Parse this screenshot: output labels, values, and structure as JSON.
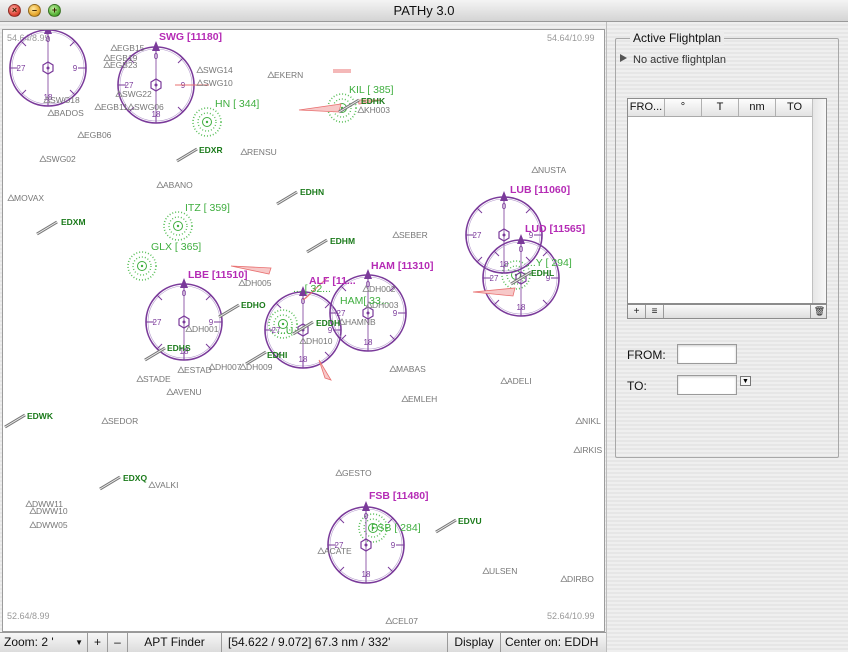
{
  "window": {
    "title": "PATHy 3.0"
  },
  "map": {
    "corner_top_left": "54.64/8.99",
    "corner_top_right": "54.64/10.99",
    "corner_bottom_left": "52.64/8.99",
    "corner_bottom_right": "52.64/10.99",
    "airports": [
      {
        "code": "EDXR"
      },
      {
        "code": "EDHN"
      },
      {
        "code": "EDHK"
      },
      {
        "code": "EDXM"
      },
      {
        "code": "EDHM"
      },
      {
        "code": "EDHO"
      },
      {
        "code": "EDHS"
      },
      {
        "code": "EDHI"
      },
      {
        "code": "EDDH"
      },
      {
        "code": "EDWK"
      },
      {
        "code": "EDXQ"
      },
      {
        "code": "EDVU"
      },
      {
        "code": "EDHL"
      }
    ],
    "vors": [
      {
        "label": "SWG [11180]"
      },
      {
        "label": "LBE [11510]"
      },
      {
        "label": "ALF [11..."
      },
      {
        "label": "HAM [11310]"
      },
      {
        "label": "LUB [11060]"
      },
      {
        "label": "LUD [11565]"
      },
      {
        "label": "FSB [11480]"
      }
    ],
    "ndbs": [
      {
        "label": "KIL [ 385]"
      },
      {
        "label": "HN [ 344]"
      },
      {
        "label": "ITZ [ 359]"
      },
      {
        "label": "GLX [ 365]"
      },
      {
        "label": "HAM[ 33..."
      },
      {
        "label": "FSB [ 284]"
      },
      {
        "label": "... [ 32..."
      },
      {
        "label": "...Y [ 294]"
      },
      {
        "label": "...U"
      }
    ],
    "waypoints": [
      {
        "name": "EGB15"
      },
      {
        "name": "EGB19"
      },
      {
        "name": "EGB23"
      },
      {
        "name": "SWG14"
      },
      {
        "name": "SWG10"
      },
      {
        "name": "SWG22"
      },
      {
        "name": "SWG06"
      },
      {
        "name": "SWG18"
      },
      {
        "name": "EGB11"
      },
      {
        "name": "BADOS"
      },
      {
        "name": "EGB06"
      },
      {
        "name": "SWG02"
      },
      {
        "name": "EKERN"
      },
      {
        "name": "RENSU"
      },
      {
        "name": "ABANO"
      },
      {
        "name": "MOVAX"
      },
      {
        "name": "NUSTA"
      },
      {
        "name": "SEBER"
      },
      {
        "name": "DH005"
      },
      {
        "name": "DH001"
      },
      {
        "name": "DH002"
      },
      {
        "name": "DH003"
      },
      {
        "name": "DH010"
      },
      {
        "name": "DH007"
      },
      {
        "name": "DH009"
      },
      {
        "name": "HAMNB"
      },
      {
        "name": "STADE"
      },
      {
        "name": "ESTAD"
      },
      {
        "name": "AVENU"
      },
      {
        "name": "MABAS"
      },
      {
        "name": "ADELI"
      },
      {
        "name": "EMLEH"
      },
      {
        "name": "SEDOR"
      },
      {
        "name": "NIKL"
      },
      {
        "name": "IRKIS"
      },
      {
        "name": "GESTO"
      },
      {
        "name": "VALKI"
      },
      {
        "name": "DWW11"
      },
      {
        "name": "DWW10"
      },
      {
        "name": "DWW05"
      },
      {
        "name": "ACATE"
      },
      {
        "name": "ULSEN"
      },
      {
        "name": "DIRBO"
      },
      {
        "name": "CEL07"
      },
      {
        "name": "KH003"
      }
    ]
  },
  "status_bar": {
    "zoom": "Zoom: 2 '",
    "zoom_in": "+",
    "zoom_out": "–",
    "apt_finder": "APT Finder",
    "position": "[54.622 / 9.072] 67.3 nm / 332'",
    "display": "Display",
    "center_on": "Center on: EDDH"
  },
  "flightplan": {
    "group_title": "Active Flightplan",
    "status": "No active flightplan",
    "columns": [
      "FRO...",
      "°",
      "T",
      "nm",
      "TO"
    ],
    "add_button": "+",
    "list_button": "≡",
    "delete_button": "🗑",
    "from_label": "FROM:",
    "to_label": "TO:",
    "from_value": "",
    "to_value": ""
  },
  "colors": {
    "vor": "#b52bb5",
    "airport": "#1a7a1a",
    "ndb": "#3fae3f",
    "waypoint": "#555555",
    "rose": "#7a3a9a",
    "runway_marker": "#e87070"
  }
}
